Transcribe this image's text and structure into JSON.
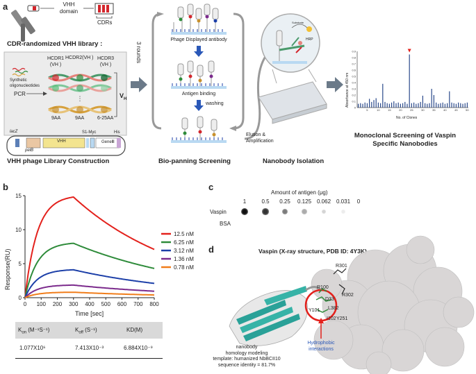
{
  "panels": {
    "a": {
      "letter": "a",
      "vhh_domain": "VHH\ndomain",
      "cdrs": "CDRs",
      "library_title": "CDR-randomized VHH library :",
      "hcdr1": "HCDR1",
      "hcdr1_sub": "(VH )",
      "hcdr2": "HCDR2(VH )",
      "hcdr3": "HCDR3",
      "hcdr3_sub": "(VH )",
      "synthetic": "Synthetic\noligonucleotides",
      "pcr": "PCR",
      "vh": "V",
      "vh_sub": "H",
      "aa1": "9AA",
      "aa2": "9AA",
      "aa3": "6-25AA",
      "lacz": "lacZ",
      "pelb": "pelB",
      "vhh_box": "VHH",
      "s1myc": "S1-Myc",
      "gene": "GeneⅢ",
      "his": "His",
      "construction_title": "VHH phage Library Construction",
      "rounds": "3 rounds",
      "phage_displayed": "Phage Displayed antibody",
      "antigen_binding": "Antigen binding",
      "washing": "washing",
      "biopanning_title": "Bio-panning Screening",
      "substrate": "Substrate",
      "hrp": "HRP",
      "elution": "Elution &\nAmplification",
      "isolation_title": "Nanobody Isolation",
      "monoclonal_title": "Monoclonal Screening of Vaspin\nSpecific Nanobodies",
      "elisa_ylabel": "Absorbance at 450 nm",
      "elisa_xlabel": "No. of Clones"
    },
    "b": {
      "letter": "b",
      "ylabel": "Response(RU)",
      "xlabel": "Time [sec]",
      "table_headers": [
        "K",
        "K",
        "KD(M)"
      ],
      "kon_header_sub": "on",
      "kon_header_unit": " (M⁻¹S⁻¹)",
      "koff_header_sub": "off",
      "koff_header_unit": " (S⁻¹)",
      "table_values": [
        "1.077X10⁶",
        "7.413X10⁻³",
        "6.884X10⁻⁹"
      ]
    },
    "c": {
      "letter": "c",
      "amount_label": "Amount of antigen (μg)",
      "amounts": [
        "1",
        "0.5",
        "0.25",
        "0.125",
        "0.062",
        "0.031",
        "0"
      ],
      "row1": "Vaspin",
      "row2": "BSA",
      "dot_intensity": [
        1.0,
        0.85,
        0.55,
        0.35,
        0.18,
        0.08,
        0.0
      ]
    },
    "d": {
      "letter": "d",
      "title": "Vaspin (X-ray structure, PDB ID: 4Y3K)",
      "residues": [
        "R301",
        "R100",
        "R302",
        "D33",
        "L382",
        "Y101",
        "I102",
        "Y251"
      ],
      "hydrophobic": "Hydrophobic\ninteractions",
      "nanobody_label": "nanobody\nhomology modeling\ntemplate: humanized NbBCII10\nsequence identity = 81.7%"
    }
  },
  "chart_data": [
    {
      "type": "line",
      "title": "",
      "xlabel": "Time [sec]",
      "ylabel": "Response(RU)",
      "xlim": [
        0,
        800
      ],
      "ylim": [
        0,
        15
      ],
      "xticks": [
        0,
        100,
        200,
        300,
        400,
        500,
        600,
        700,
        800
      ],
      "yticks": [
        0,
        5,
        10,
        15
      ],
      "grid": false,
      "legend": "right",
      "series": [
        {
          "name": "12.5 nM",
          "color": "#e3211c",
          "peak": 14.8,
          "end": 7.1
        },
        {
          "name": "6.25 nM",
          "color": "#2e8b3a",
          "peak": 8.0,
          "end": 4.3
        },
        {
          "name": "3.12 nM",
          "color": "#1c3fa8",
          "peak": 4.1,
          "end": 2.1
        },
        {
          "name": "1.36 nM",
          "color": "#7b2a8c",
          "peak": 1.85,
          "end": 0.95
        },
        {
          "name": "0.78 nM",
          "color": "#f07d1a",
          "peak": 0.8,
          "end": 0.4
        }
      ],
      "association_end": 300
    },
    {
      "type": "bar",
      "title": "",
      "xlabel": "No. of Clones",
      "ylabel": "Absorbance at 450 nm",
      "ylim": [
        0,
        0.9
      ],
      "yticks": [
        0,
        0.1,
        0.2,
        0.3,
        0.4,
        0.5,
        0.6,
        0.7,
        0.8,
        0.9
      ],
      "xticks": [
        5,
        10,
        15,
        20,
        25,
        30,
        35,
        40,
        45,
        50
      ],
      "categories": [
        1,
        2,
        3,
        4,
        5,
        6,
        7,
        8,
        9,
        10,
        11,
        12,
        13,
        14,
        15,
        16,
        17,
        18,
        19,
        20,
        21,
        22,
        23,
        24,
        25,
        26,
        27,
        28,
        29,
        30,
        31,
        32,
        33,
        34,
        35,
        36,
        37,
        38,
        39,
        40,
        41,
        42,
        43,
        44,
        45,
        46,
        47,
        48,
        49,
        50
      ],
      "values": [
        0.06,
        0.07,
        0.06,
        0.08,
        0.07,
        0.14,
        0.09,
        0.12,
        0.15,
        0.08,
        0.07,
        0.38,
        0.09,
        0.07,
        0.06,
        0.08,
        0.1,
        0.07,
        0.08,
        0.06,
        0.07,
        0.09,
        0.06,
        0.85,
        0.07,
        0.08,
        0.06,
        0.07,
        0.09,
        0.19,
        0.07,
        0.06,
        0.07,
        0.3,
        0.2,
        0.08,
        0.06,
        0.07,
        0.08,
        0.06,
        0.07,
        0.26,
        0.08,
        0.07,
        0.06,
        0.08,
        0.07,
        0.06,
        0.07,
        0.08
      ],
      "highlight_index": 24,
      "color": "#2b4a8b"
    }
  ]
}
